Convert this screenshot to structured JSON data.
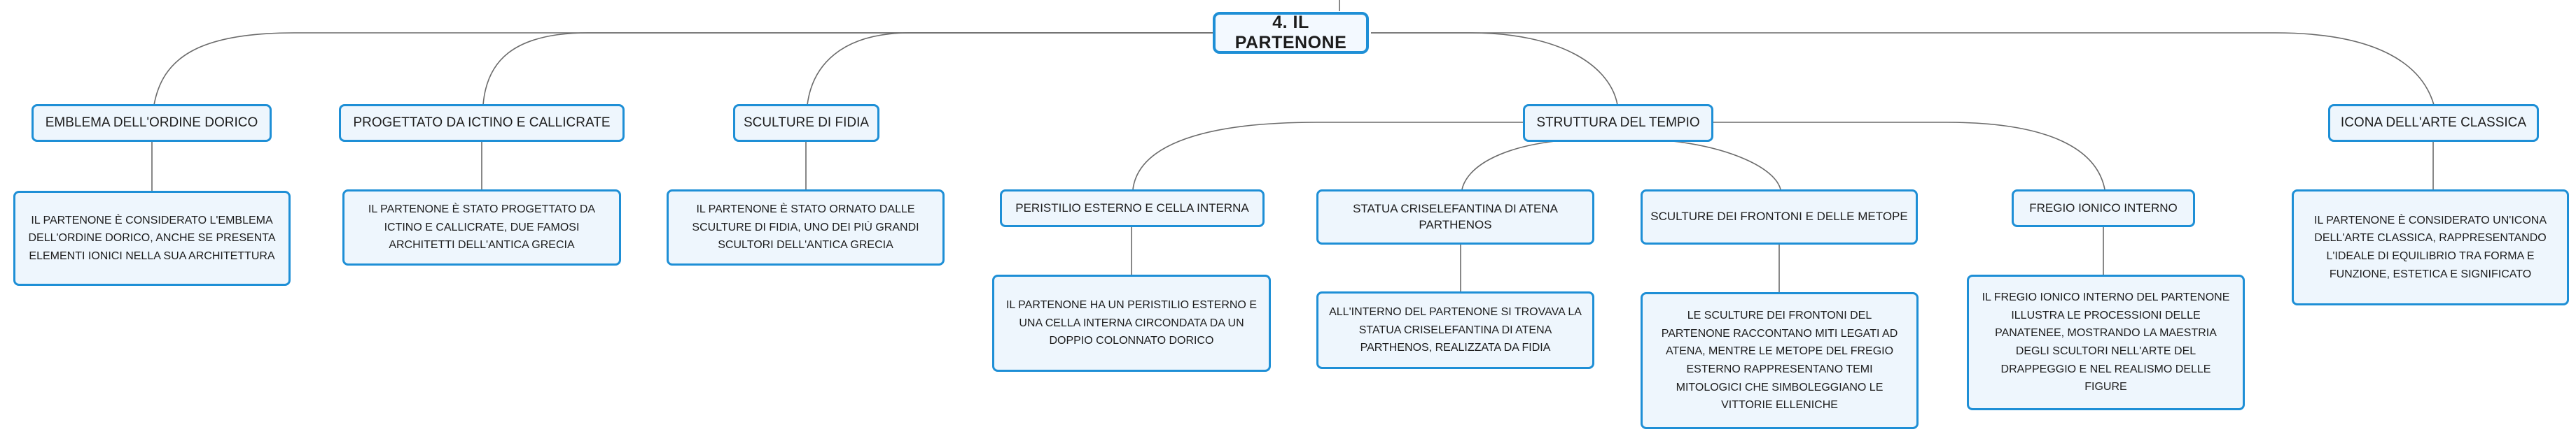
{
  "root": {
    "label": "4. IL PARTENONE"
  },
  "nodes": {
    "emblema": {
      "label": "EMBLEMA DELL'ORDINE DORICO"
    },
    "emblema_desc": {
      "label": "IL PARTENONE È CONSIDERATO L'EMBLEMA DELL'ORDINE DORICO, ANCHE SE PRESENTA ELEMENTI IONICI NELLA SUA ARCHITETTURA"
    },
    "progettato": {
      "label": "PROGETTATO DA ICTINO E CALLICRATE"
    },
    "progettato_desc": {
      "label": "IL PARTENONE È STATO PROGETTATO DA ICTINO E CALLICRATE, DUE FAMOSI ARCHITETTI DELL'ANTICA GRECIA"
    },
    "sculture": {
      "label": "SCULTURE DI FIDIA"
    },
    "sculture_desc": {
      "label": "IL PARTENONE È STATO ORNATO DALLE SCULTURE DI FIDIA, UNO DEI PIÙ GRANDI SCULTORI DELL'ANTICA GRECIA"
    },
    "struttura": {
      "label": "STRUTTURA DEL TEMPIO"
    },
    "peristilio": {
      "label": "PERISTILIO ESTERNO E CELLA INTERNA"
    },
    "peristilio_desc": {
      "label": "IL PARTENONE HA UN PERISTILIO ESTERNO E UNA CELLA INTERNA CIRCONDATA DA UN DOPPIO COLONNATO DORICO"
    },
    "statua": {
      "label": "STATUA CRISELEFANTINA DI ATENA PARTHENOS"
    },
    "statua_desc": {
      "label": "ALL'INTERNO DEL PARTENONE SI TROVAVA LA STATUA CRISELEFANTINA DI ATENA PARTHENOS, REALIZZATA DA FIDIA"
    },
    "frontoni": {
      "label": "SCULTURE DEI FRONTONI E DELLE METOPE"
    },
    "frontoni_desc": {
      "label": "LE SCULTURE DEI FRONTONI DEL PARTENONE RACCONTANO MITI LEGATI AD ATENA, MENTRE LE METOPE DEL FREGIO ESTERNO RAPPRESENTANO TEMI MITOLOGICI CHE SIMBOLEGGIANO LE VITTORIE ELLENICHE"
    },
    "fregio": {
      "label": "FREGIO IONICO INTERNO"
    },
    "fregio_desc": {
      "label": "IL FREGIO IONICO INTERNO DEL PARTENONE ILLUSTRA LE PROCESSIONI DELLE PANATENEE, MOSTRANDO LA MAESTRIA DEGLI SCULTORI NELL'ARTE DEL DRAPPEGGIO E NEL REALISMO DELLE FIGURE"
    },
    "icona": {
      "label": "ICONA DELL'ARTE CLASSICA"
    },
    "icona_desc": {
      "label": "IL PARTENONE È CONSIDERATO UN'ICONA DELL'ARTE CLASSICA, RAPPRESENTANDO L'IDEALE DI EQUILIBRIO TRA FORMA E FUNZIONE, ESTETICA E SIGNIFICATO"
    }
  },
  "colors": {
    "node_border": "#1e8fd6",
    "node_fill": "#eef6fd",
    "edge": "#6b6b6b",
    "text": "#1d1d1d"
  }
}
